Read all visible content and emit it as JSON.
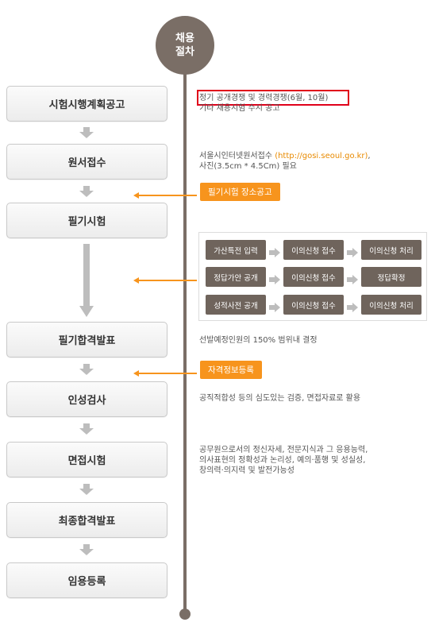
{
  "header": {
    "title_line1": "채용",
    "title_line2": "절차"
  },
  "steps": [
    "시험시행계획공고",
    "원서접수",
    "필기시험",
    "필기합격발표",
    "인성검사",
    "면접시험",
    "최종합격발표",
    "임용등록"
  ],
  "descriptions": {
    "announce_line1": "정기 공개경쟁 및 경력경쟁(6월, 10월)",
    "announce_line2": "기타 채용시험 수시 공고",
    "apply_line1_prefix": "서울시인터넷원서접수 ",
    "apply_link": "(http://gosi.seoul.go.kr)",
    "apply_line1_suffix": ",",
    "apply_line2": "사진(3.5cm * 4.5Cm) 필요",
    "written_result": "선발예정인원의 150% 범위내 결정",
    "personality": "공직적합성 등의 심도있는 검증,  면접자료로 활용",
    "interview_line1": "공무원으로서의 정신자세, 전문지식과 그 응용능력,",
    "interview_line2": "의사표현의 정확성과 논리성, 예의·품행 및 성실성,",
    "interview_line3": "창의력·의지력 및 발전가능성"
  },
  "badges": {
    "exam_venue": "필기시험 장소공고",
    "qualification": "자격정보등록"
  },
  "detail_rows": [
    [
      "가산특전 입력",
      "이의신청 접수",
      "이의신청 처리"
    ],
    [
      "정답가안 공개",
      "이의신청 접수",
      "정답확정"
    ],
    [
      "성적사전 공개",
      "이의신청 접수",
      "이의신청 처리"
    ]
  ],
  "colors": {
    "timeline": "#7a6e66",
    "accent_orange": "#f7941d",
    "highlight_red": "#e0001a",
    "chip": "#6f645c"
  }
}
